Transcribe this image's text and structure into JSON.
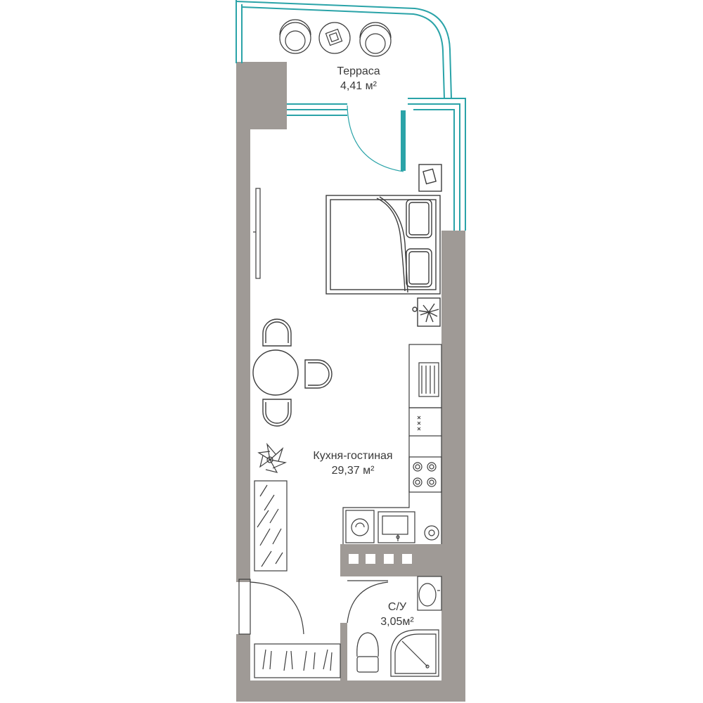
{
  "rooms": [
    {
      "name": "Терраса",
      "area": "4,41 м²"
    },
    {
      "name": "Кухня-гостиная",
      "area": "29,37 м²"
    },
    {
      "name": "С/У",
      "area": "3,05м²"
    }
  ],
  "colors": {
    "wall": "#9f9a96",
    "glass": "#2aa3a8",
    "line": "#3d3d3d",
    "background": "#ffffff"
  },
  "furniture_icons": [
    "armchair-icon",
    "coffee-table-icon",
    "double-bed-icon",
    "pillow-icon",
    "nightstand-icon",
    "plant-icon",
    "dining-table-icon",
    "chair-icon",
    "wardrobe-icon",
    "kitchen-counter-icon",
    "cooktop-icon",
    "sink-icon",
    "washing-machine-icon",
    "toilet-icon",
    "shower-tray-icon",
    "washbasin-icon"
  ]
}
